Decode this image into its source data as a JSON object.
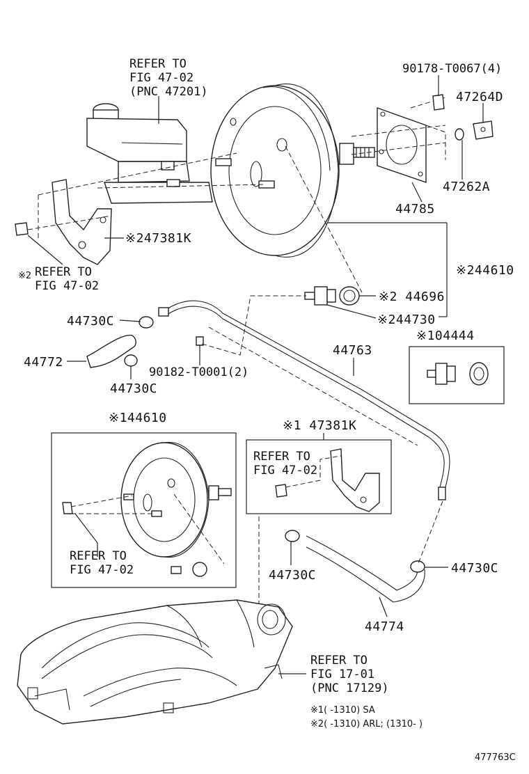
{
  "diagram": {
    "labels": {
      "refer_mc_1": "REFER TO",
      "refer_mc_2": "FIG 47-02",
      "refer_mc_3": "(PNC 47201)",
      "p90178": "90178-T0067(4)",
      "p47264D": "47264D",
      "p47262A": "47262A",
      "p44785": "44785",
      "p47381K_top": "※247381K",
      "refer_br_mark": "※2",
      "refer_br_1": "REFER TO",
      "refer_br_2": "FIG 47-02",
      "p44610_top": "※244610",
      "p44696": "※2 44696",
      "p44730": "※244730",
      "p04444": "※104444",
      "p44730C_a": "44730C",
      "p44772": "44772",
      "p44730C_b": "44730C",
      "p90182": "90182-T0001(2)",
      "p44763": "44763",
      "p44610_box": "※144610",
      "refer_box1_1": "REFER TO",
      "refer_box1_2": "FIG 47-02",
      "p47381K_box": "※1 47381K",
      "refer_box2_1": "REFER TO",
      "refer_box2_2": "FIG 47-02",
      "p44730C_c": "44730C",
      "p44730C_d": "44730C",
      "p44774": "44774",
      "refer_im_1": "REFER TO",
      "refer_im_2": "FIG 17-01",
      "refer_im_3": "(PNC 17129)",
      "note1": "※1(        -1310) SA",
      "note2": "※2(        -1310) ARL; (1310-          )",
      "figure_id": "477763C"
    }
  }
}
